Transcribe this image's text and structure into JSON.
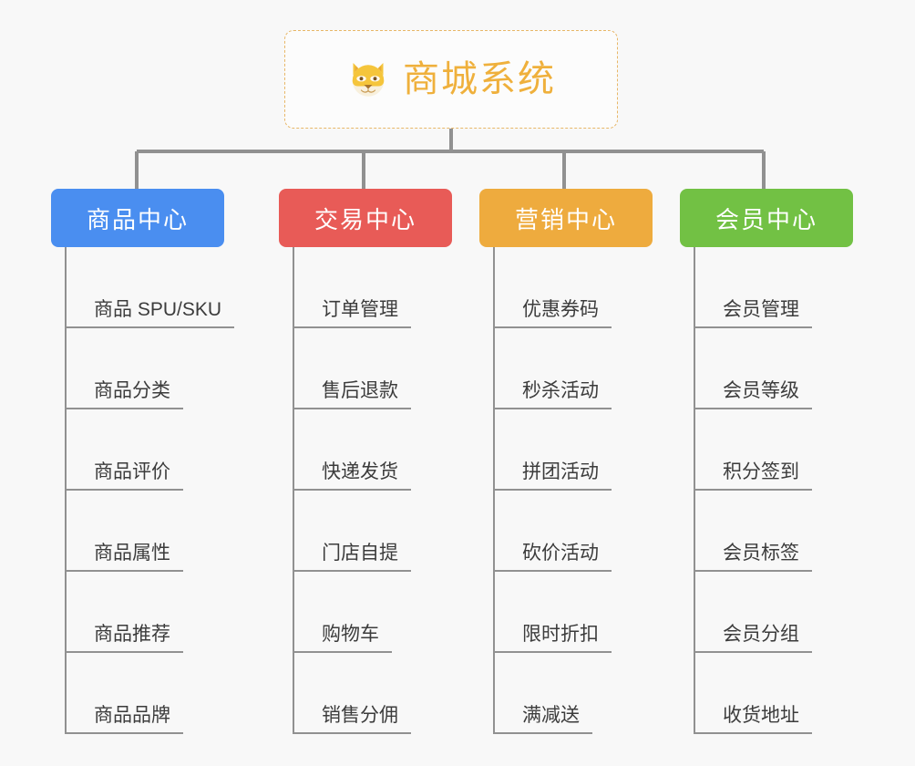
{
  "root": {
    "title": "商城系统",
    "icon": "shiba-dog-emoji",
    "text_color": "#efb03c",
    "border_color": "#e8b768"
  },
  "branches": [
    {
      "label": "商品中心",
      "color": "#4a8ef0",
      "items": [
        "商品 SPU/SKU",
        "商品分类",
        "商品评价",
        "商品属性",
        "商品推荐",
        "商品品牌"
      ]
    },
    {
      "label": "交易中心",
      "color": "#e85b57",
      "items": [
        "订单管理",
        "售后退款",
        "快递发货",
        "门店自提",
        "购物车",
        "销售分佣"
      ]
    },
    {
      "label": "营销中心",
      "color": "#eeab3e",
      "items": [
        "优惠券码",
        "秒杀活动",
        "拼团活动",
        "砍价活动",
        "限时折扣",
        "满减送"
      ]
    },
    {
      "label": "会员中心",
      "color": "#72c144",
      "items": [
        "会员管理",
        "会员等级",
        "积分签到",
        "会员标签",
        "会员分组",
        "收货地址"
      ]
    }
  ],
  "theme": {
    "background": "#f8f8f8",
    "connector_color": "#919191",
    "leaf_text_color": "#3c3c3c"
  }
}
